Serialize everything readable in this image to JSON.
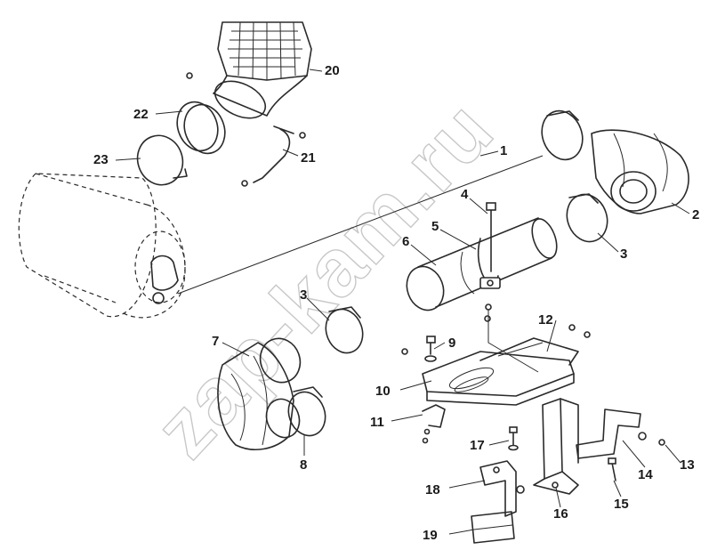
{
  "watermark": "zap-kam.ru",
  "callouts": {
    "c1": "1",
    "c2": "2",
    "c3a": "3",
    "c3b": "3",
    "c4": "4",
    "c5": "5",
    "c6": "6",
    "c7": "7",
    "c8": "8",
    "c9": "9",
    "c10": "10",
    "c11": "11",
    "c12": "12",
    "c13": "13",
    "c14": "14",
    "c15": "15",
    "c16": "16",
    "c17": "17",
    "c18": "18",
    "c19": "19",
    "c20": "20",
    "c21": "21",
    "c22": "22",
    "c23": "23"
  },
  "colors": {
    "line": "#2a2a2a",
    "watermark": "#c8c8c8",
    "background": "#ffffff"
  }
}
